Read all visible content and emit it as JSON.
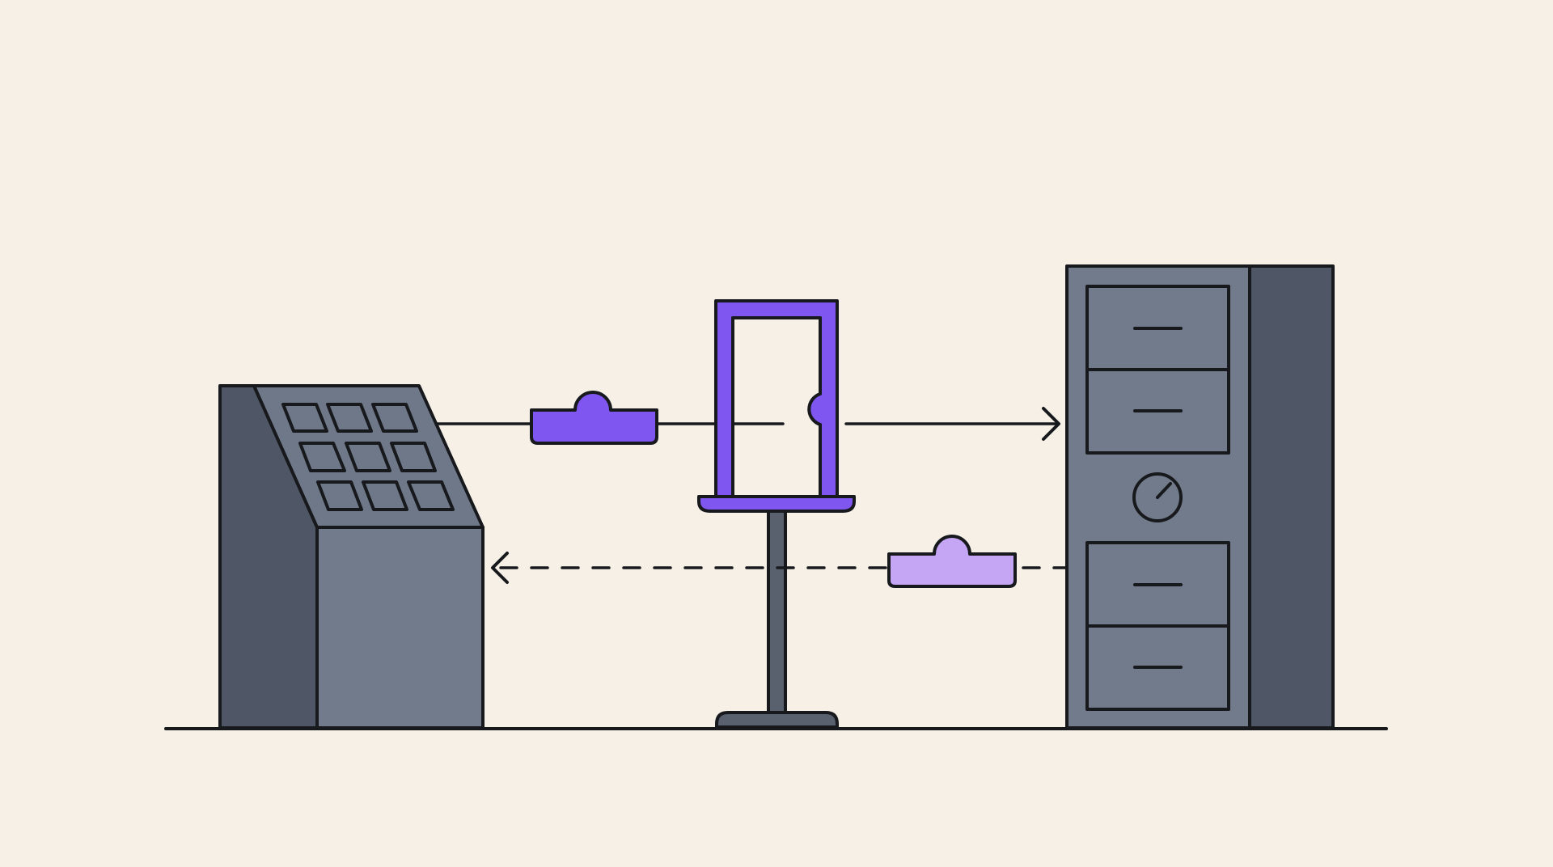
{
  "scene": {
    "background": "#f6f0e7",
    "description_free": true,
    "colors": {
      "ink": "#17191d",
      "device_dark": "#4f5766",
      "device_mid": "#6e7888",
      "device_face": "#727b8b",
      "accent_purple": "#7f56f0",
      "accent_light_purple": "#c4a6f4",
      "stand_gray": "#59606e"
    }
  },
  "nodes": [
    {
      "id": "keypad-terminal",
      "icon": "keypad-terminal-icon",
      "keys": 9
    },
    {
      "id": "gateway-door",
      "icon": "door-gate-icon"
    },
    {
      "id": "server-cabinet",
      "icon": "server-cabinet-icon",
      "drawers": 4,
      "dial": true
    }
  ],
  "flows": [
    {
      "from": "keypad-terminal",
      "to": "server-cabinet",
      "style": "solid",
      "token": "purple-key-token"
    },
    {
      "from": "server-cabinet",
      "to": "keypad-terminal",
      "style": "dashed",
      "token": "light-purple-key-token"
    }
  ]
}
